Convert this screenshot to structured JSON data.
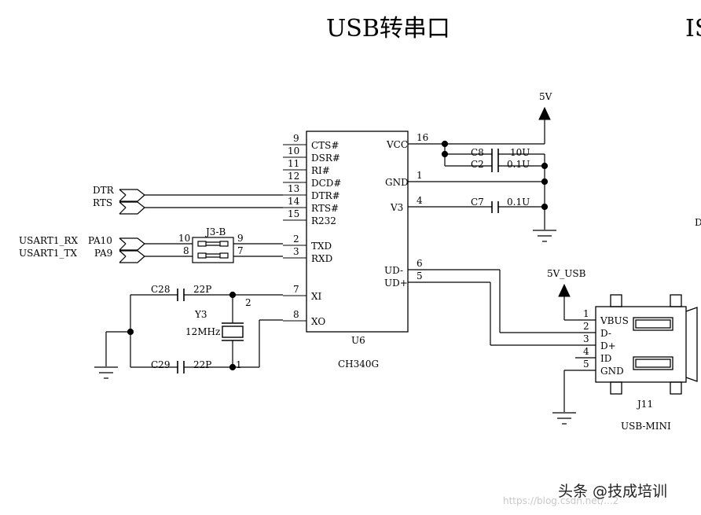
{
  "title": "USB转串口",
  "title_right_fragment": "IS",
  "right_edge_letter": "D",
  "chip": {
    "ref": "U6",
    "part": "CH340G",
    "left_pins": [
      {
        "num": "9",
        "name": "CTS#"
      },
      {
        "num": "10",
        "name": "DSR#"
      },
      {
        "num": "11",
        "name": "RI#"
      },
      {
        "num": "12",
        "name": "DCD#"
      },
      {
        "num": "13",
        "name": "DTR#"
      },
      {
        "num": "14",
        "name": "RTS#"
      },
      {
        "num": "15",
        "name": "R232"
      },
      {
        "num": "2",
        "name": "TXD"
      },
      {
        "num": "3",
        "name": "RXD"
      },
      {
        "num": "7",
        "name": "XI"
      },
      {
        "num": "8",
        "name": "XO"
      }
    ],
    "right_pins": [
      {
        "num": "16",
        "name": "VCC"
      },
      {
        "num": "1",
        "name": "GND"
      },
      {
        "num": "4",
        "name": "V3"
      },
      {
        "num": "6",
        "name": "UD-"
      },
      {
        "num": "5",
        "name": "UD+"
      }
    ]
  },
  "ports": {
    "dtr": "DTR",
    "rts": "RTS",
    "usart_rx": "USART1_RX",
    "usart_tx": "USART1_TX",
    "pa10": "PA10",
    "pa9": "PA9"
  },
  "jumper": {
    "ref": "J3-B",
    "pin10": "10",
    "pin9": "9",
    "pin8": "8",
    "pin7": "7"
  },
  "caps": {
    "c8": {
      "ref": "C8",
      "value": "10U"
    },
    "c2": {
      "ref": "C2",
      "value": "0.1U"
    },
    "c7": {
      "ref": "C7",
      "value": "0.1U"
    },
    "c28": {
      "ref": "C28",
      "value": "22P"
    },
    "c29": {
      "ref": "C29",
      "value": "22P"
    }
  },
  "crystal": {
    "ref": "Y3",
    "value": "12MHz",
    "pin1": "1",
    "pin2": "2"
  },
  "power": {
    "vcc": "5V",
    "usb": "5V_USB"
  },
  "usb_conn": {
    "ref": "J11",
    "type": "USB-MINI",
    "pins": [
      {
        "num": "1",
        "name": "VBUS"
      },
      {
        "num": "2",
        "name": "D-"
      },
      {
        "num": "3",
        "name": "D+"
      },
      {
        "num": "4",
        "name": "ID"
      },
      {
        "num": "5",
        "name": "GND"
      }
    ]
  },
  "watermark": {
    "main": "头条 @技成培训",
    "faint": "https://blog.csdn.net/...2"
  }
}
